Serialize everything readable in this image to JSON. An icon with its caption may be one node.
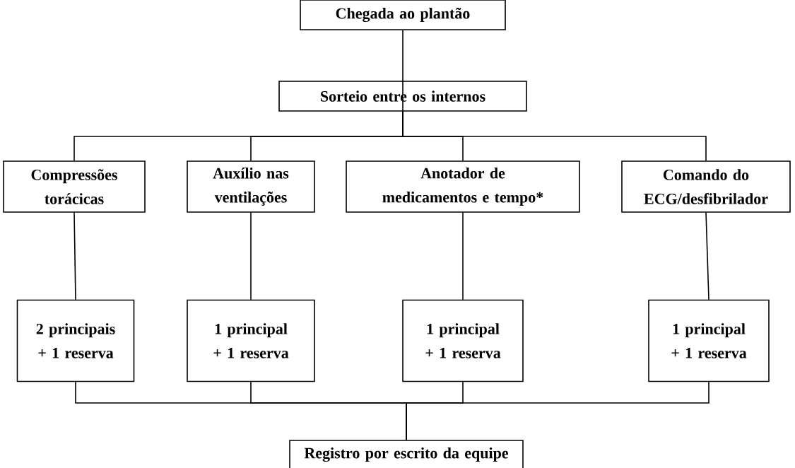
{
  "diagram": {
    "nodes": [
      {
        "text": [
          "Chegada ao plantão"
        ]
      },
      {
        "text": [
          "Sorteio entre os internos"
        ]
      },
      {
        "text": [
          "Compressões torácicas"
        ]
      },
      {
        "text": [
          "Auxílio nas ventilações"
        ]
      },
      {
        "text": [
          "Anotador de medicamentos e tempo*"
        ]
      },
      {
        "text": [
          "Comando do ECG/desfibrilador"
        ]
      },
      {
        "text": [
          "2 principais + 1 reserva"
        ]
      },
      {
        "text": [
          "1 principal + 1 reserva"
        ]
      },
      {
        "text": [
          "1 principal + 1 reserva"
        ]
      },
      {
        "text": [
          "1 principal + 1 reserva"
        ]
      },
      {
        "text": [
          "Registro por escrito da equipe"
        ]
      }
    ],
    "edges": [
      {
        "from": 0,
        "to": 1,
        "arrow": "none"
      },
      {
        "from": 1,
        "to": 2,
        "arrow": "none"
      },
      {
        "from": 1,
        "to": 3,
        "arrow": "none"
      },
      {
        "from": 1,
        "to": 4,
        "arrow": "none"
      },
      {
        "from": 1,
        "to": 5,
        "arrow": "none"
      },
      {
        "from": 2,
        "to": 6,
        "arrow": "none"
      },
      {
        "from": 3,
        "to": 7,
        "arrow": "none"
      },
      {
        "from": 4,
        "to": 8,
        "arrow": "none"
      },
      {
        "from": 5,
        "to": 9,
        "arrow": "none"
      },
      {
        "from": 6,
        "to": 10,
        "arrow": "none"
      },
      {
        "from": 7,
        "to": 10,
        "arrow": "none"
      },
      {
        "from": 8,
        "to": 10,
        "arrow": "none"
      },
      {
        "from": 9,
        "to": 10,
        "arrow": "none"
      }
    ]
  }
}
